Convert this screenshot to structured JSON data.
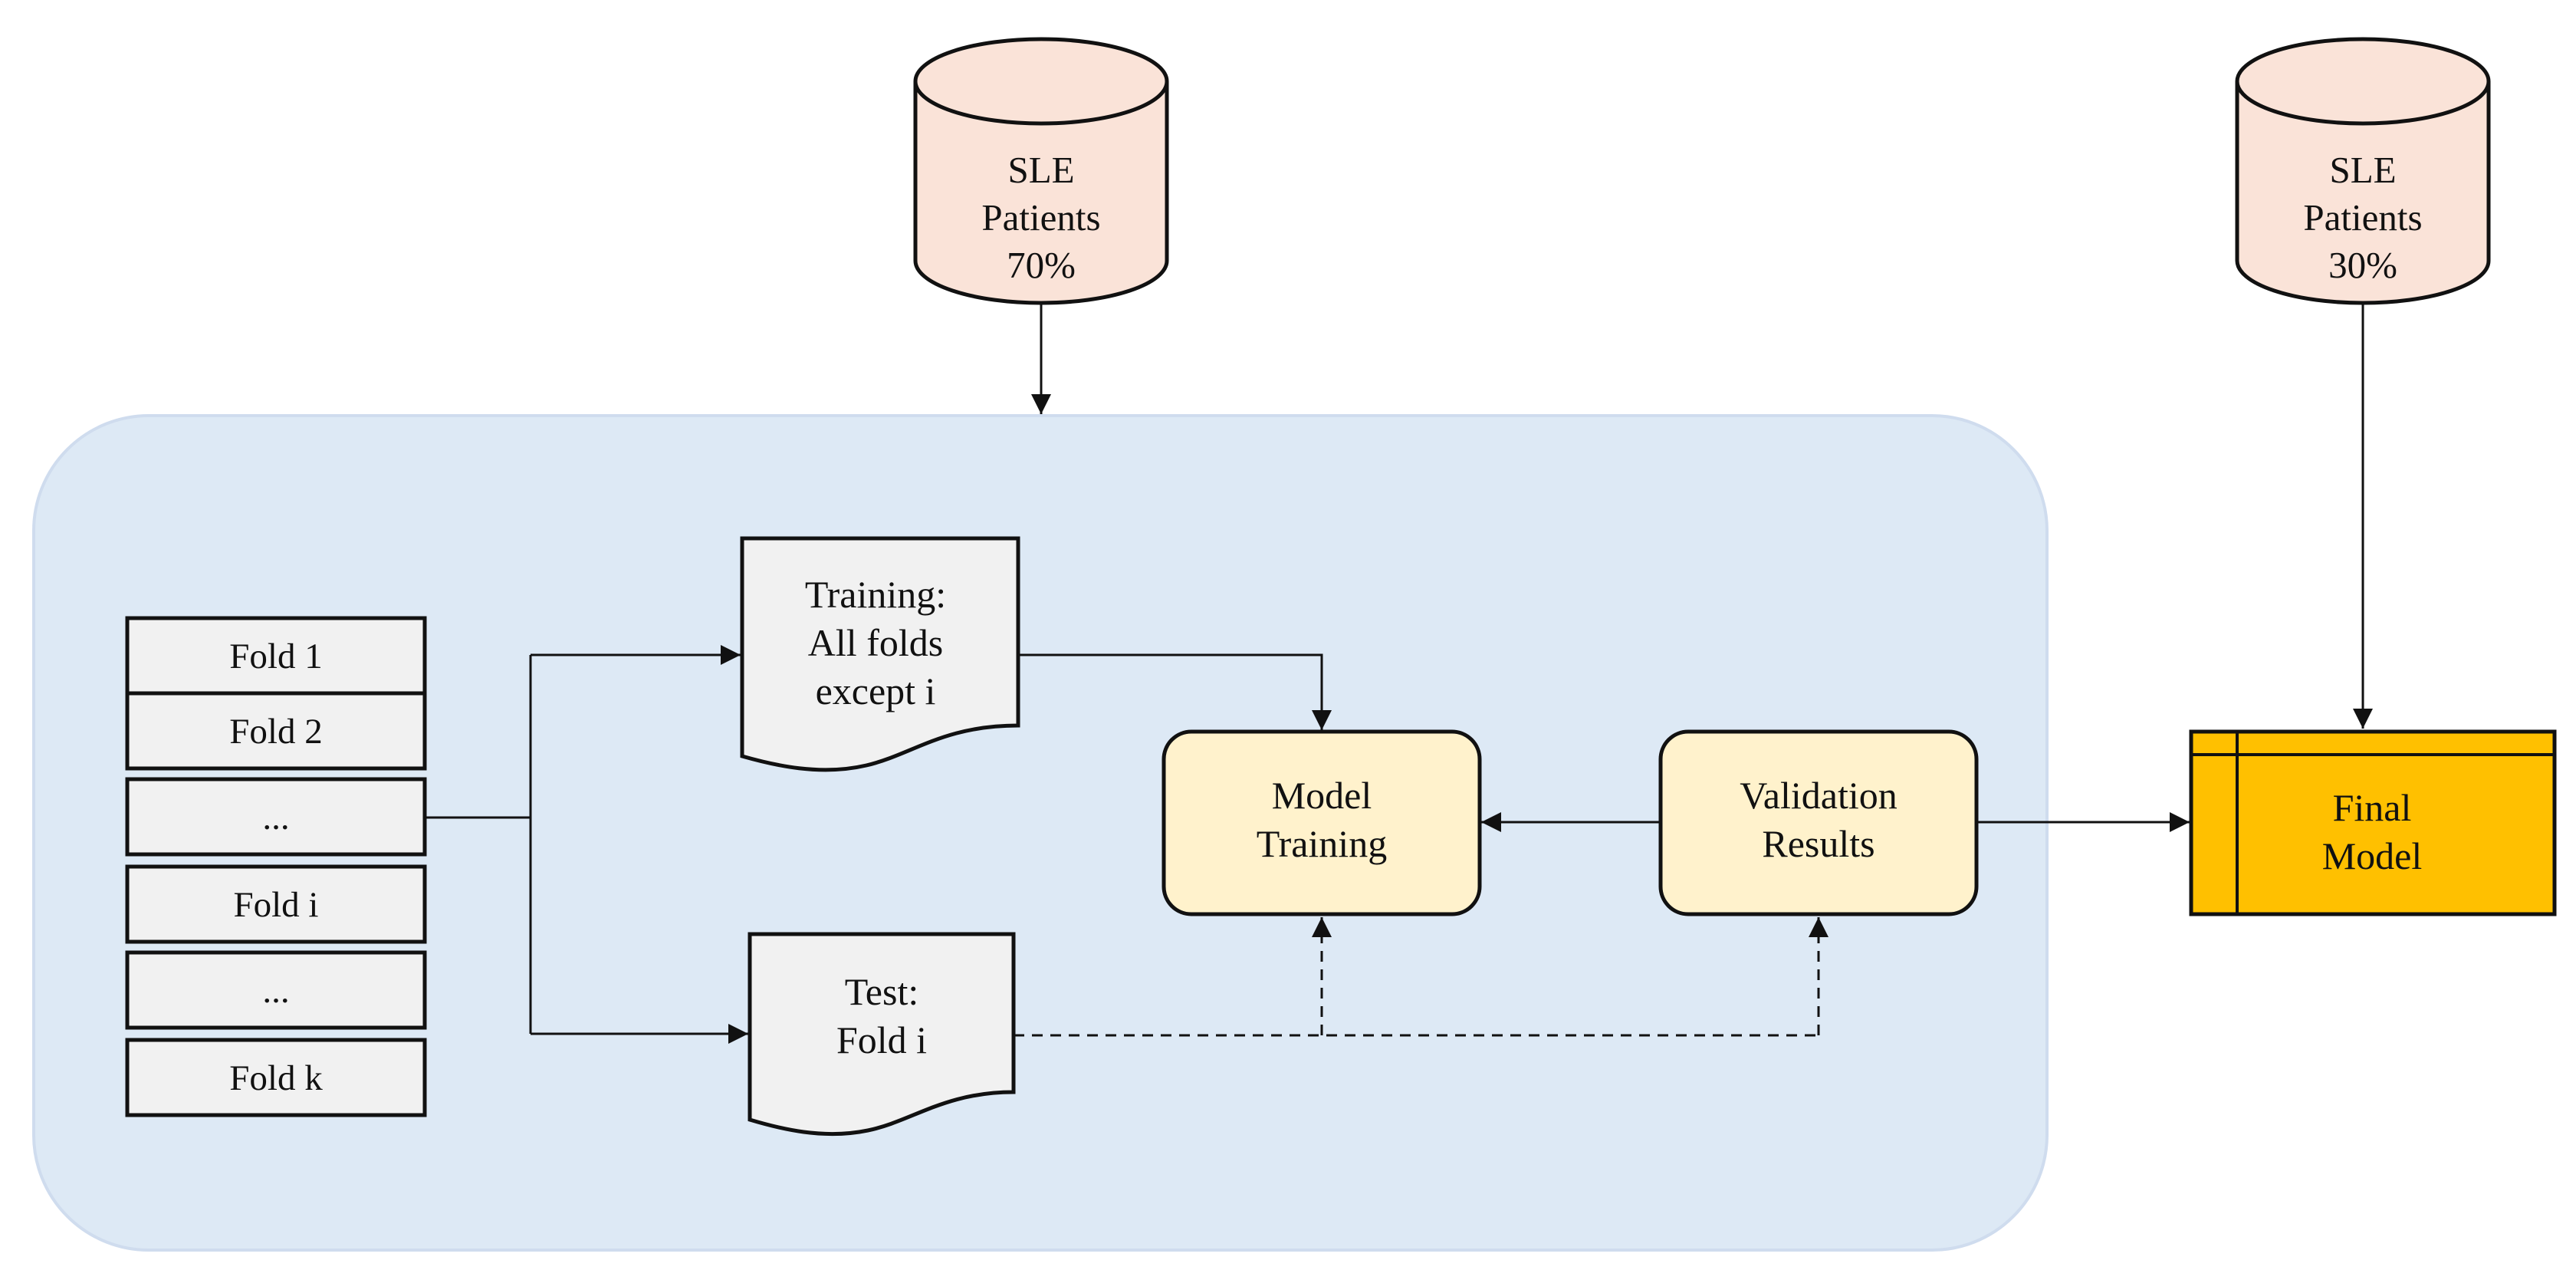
{
  "databases": {
    "train": {
      "line1": "SLE",
      "line2": "Patients",
      "line3": "70%"
    },
    "test": {
      "line1": "SLE",
      "line2": "Patients",
      "line3": "30%"
    }
  },
  "folds": [
    "Fold 1",
    "Fold 2",
    "...",
    "Fold i",
    "...",
    "Fold k"
  ],
  "training_doc": {
    "line1": "Training:",
    "line2": "All folds",
    "line3": "except i"
  },
  "test_doc": {
    "line1": "Test:",
    "line2": "Fold i"
  },
  "model_training": {
    "line1": "Model",
    "line2": "Training"
  },
  "validation_results": {
    "line1": "Validation",
    "line2": "Results"
  },
  "final_model": {
    "line1": "Final",
    "line2": "Model"
  },
  "colors": {
    "container_fill": "#dde9f5",
    "container_stroke": "#cfdcee",
    "database_fill": "#fae3d8",
    "fold_fill": "#f1f1f1",
    "process_fill": "#fff2cc",
    "final_fill": "#ffc000",
    "stroke": "#111111"
  }
}
